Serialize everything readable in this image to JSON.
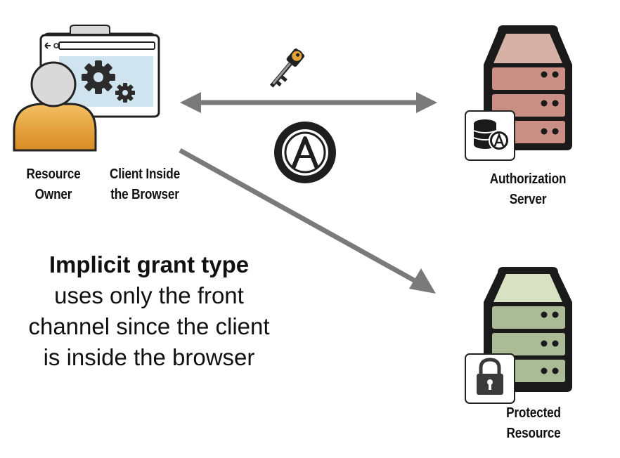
{
  "labels": {
    "resource_owner": [
      "Resource",
      "Owner"
    ],
    "client": [
      "Client Inside",
      "the Browser"
    ],
    "authorization_server": [
      "Authorization",
      "Server"
    ],
    "protected_resource": [
      "Protected",
      "Resource"
    ]
  },
  "caption": {
    "title": "Implicit grant type",
    "lines": [
      "uses only the front",
      "channel since the client",
      "is inside the browser"
    ]
  },
  "icons": {
    "user": "user-icon",
    "browser": "browser-window-icon",
    "gears": "gears-icon",
    "key": "key-icon",
    "token": "authorization-token-icon",
    "auth_server": "authorization-server-icon",
    "database": "database-icon",
    "resource_server": "resource-server-icon",
    "lock": "lock-icon"
  },
  "colors": {
    "arrow": "#7a7a7a",
    "user_fill": "#e8a33b",
    "user_head": "#d9d9d9",
    "browser_panel": "#cfe4ee",
    "auth_server_top": "#d6b1a6",
    "auth_server_slots": "#c98f84",
    "resource_server_top": "#d8e2c2",
    "resource_server_slots": "#aabb96",
    "key_gold": "#e3a337"
  }
}
